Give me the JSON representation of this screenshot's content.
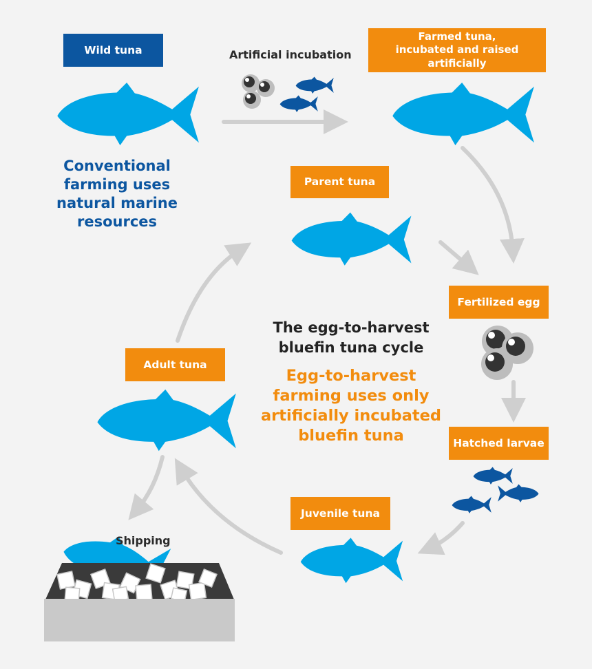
{
  "labels": {
    "wild_tuna": "Wild tuna",
    "artificial_incubation": "Artificial incubation",
    "farmed_tuna": "Farmed tuna,\nincubated and raised artificially",
    "parent_tuna": "Parent tuna",
    "fertilized_egg": "Fertilized egg",
    "hatched_larvae": "Hatched larvae",
    "juvenile_tuna": "Juvenile tuna",
    "adult_tuna": "Adult tuna",
    "shipping": "Shipping"
  },
  "texts": {
    "conventional": "Conventional\nfarming uses\nnatural marine\nresources",
    "cycle_title": "The egg-to-harvest\nbluefin tuna cycle",
    "cycle_subtitle": "Egg-to-harvest\nfarming uses only\nartificially incubated\nbluefin tuna"
  },
  "colors": {
    "fish_blue": "#00a6e5",
    "dark_blue": "#0c56a0",
    "orange": "#f28c0e",
    "arrow_gray": "#cfcfcf",
    "background": "#f3f3f3"
  }
}
